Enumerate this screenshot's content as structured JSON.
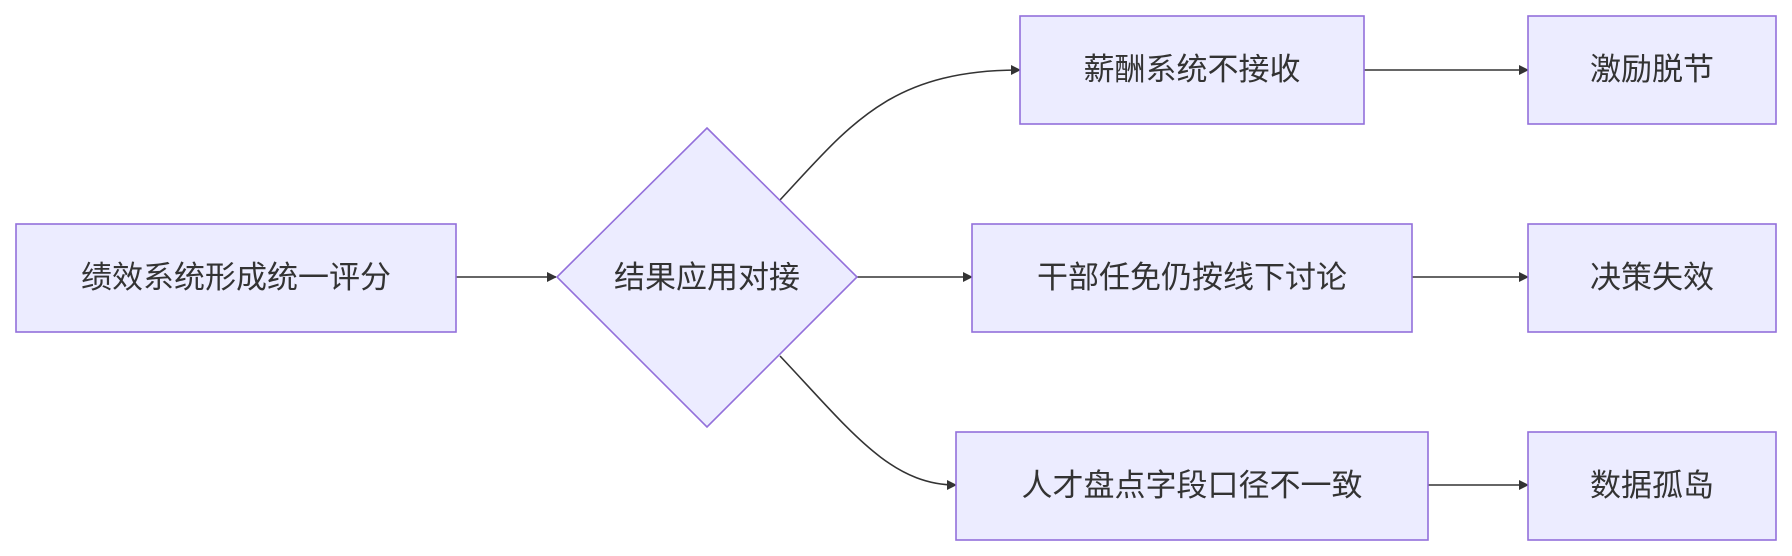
{
  "nodes": {
    "start": {
      "label": "绩效系统形成统一评分"
    },
    "decision": {
      "label": "结果应用对接"
    },
    "salary": {
      "label": "薪酬系统不接收"
    },
    "cadre": {
      "label": "干部任免仍按线下讨论"
    },
    "talent": {
      "label": "人才盘点字段口径不一致"
    },
    "incentive": {
      "label": "激励脱节"
    },
    "policy": {
      "label": "决策失效"
    },
    "silo": {
      "label": "数据孤岛"
    }
  },
  "colors": {
    "node_fill": "#ECECFF",
    "node_stroke": "#9370DB",
    "edge": "#333333",
    "text": "#333333"
  }
}
